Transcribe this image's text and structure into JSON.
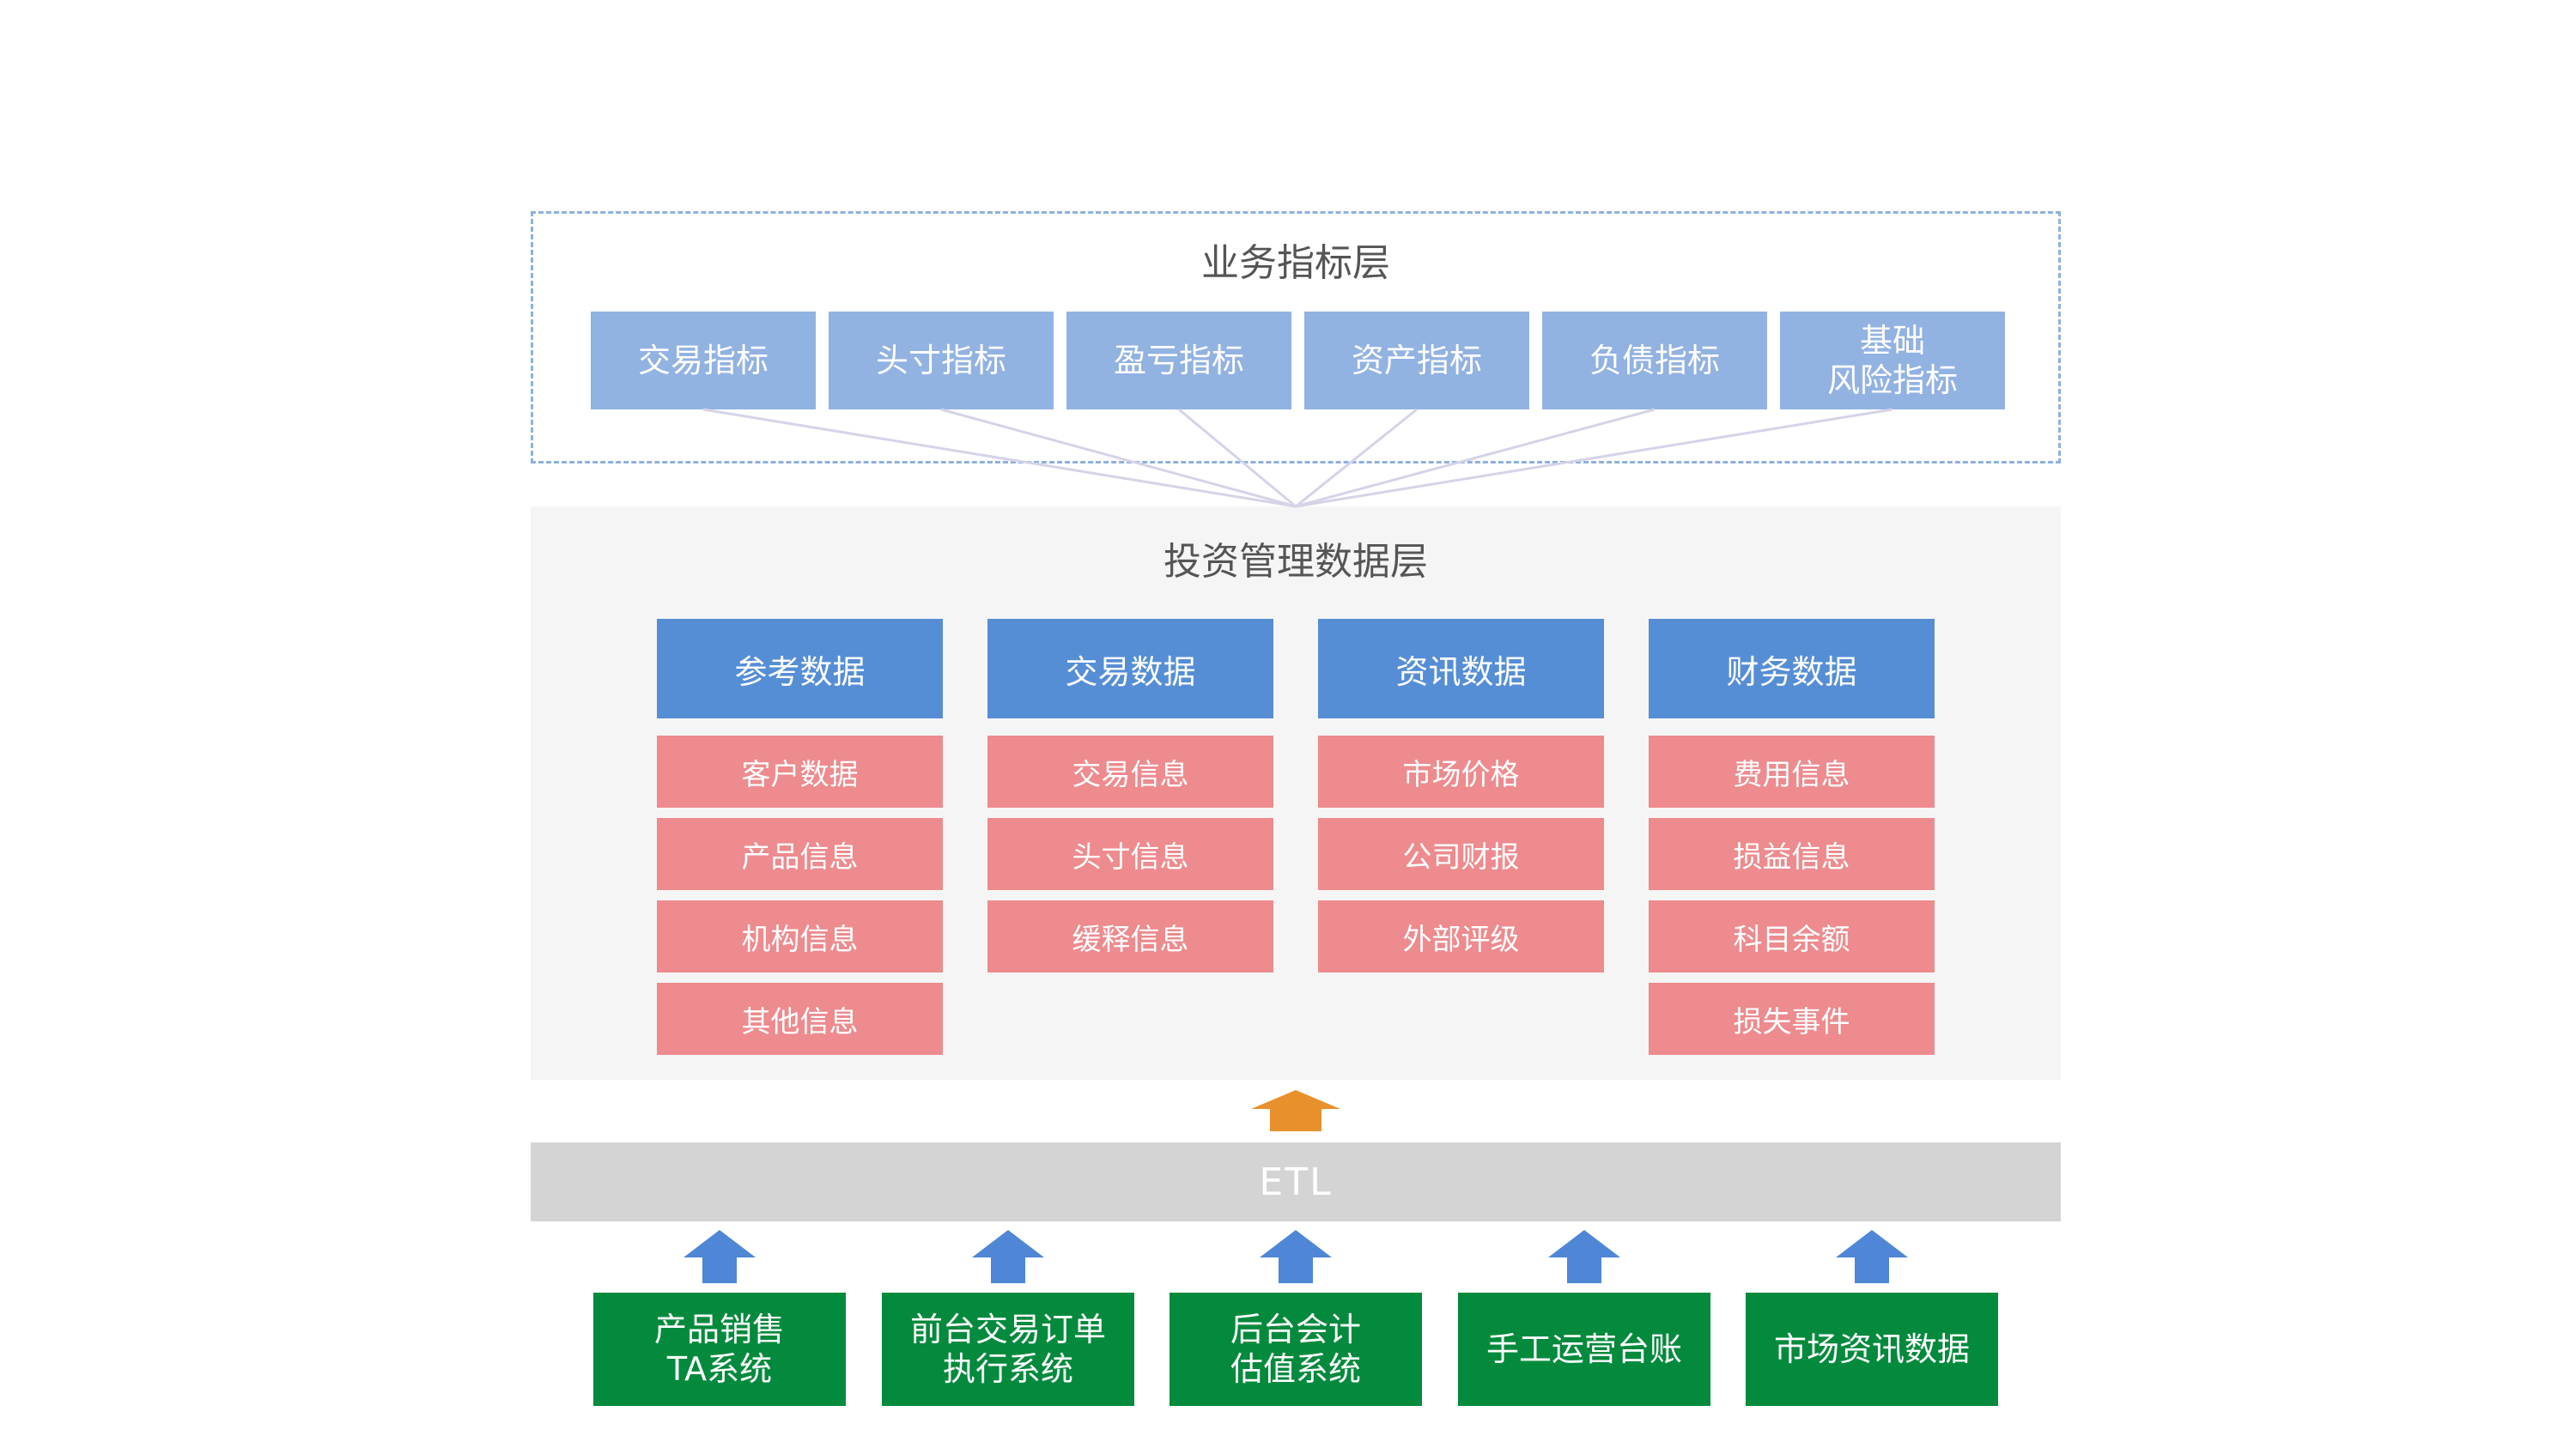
{
  "metric_layer": {
    "title": "业务指标层",
    "items": [
      {
        "label": "交易指标"
      },
      {
        "label": "头寸指标"
      },
      {
        "label": "盈亏指标"
      },
      {
        "label": "资产指标"
      },
      {
        "label": "负债指标"
      },
      {
        "label": "基础\n风险指标"
      }
    ]
  },
  "data_layer": {
    "title": "投资管理数据层",
    "columns": [
      {
        "header": "参考数据",
        "items": [
          "客户数据",
          "产品信息",
          "机构信息",
          "其他信息"
        ]
      },
      {
        "header": "交易数据",
        "items": [
          "交易信息",
          "头寸信息",
          "缓释信息"
        ]
      },
      {
        "header": "资讯数据",
        "items": [
          "市场价格",
          "公司财报",
          "外部评级"
        ]
      },
      {
        "header": "财务数据",
        "items": [
          "费用信息",
          "损益信息",
          "科目余额",
          "损失事件"
        ]
      }
    ]
  },
  "etl": {
    "label": "ETL"
  },
  "sources": [
    {
      "label": "产品销售\nTA系统"
    },
    {
      "label": "前台交易订单\n执行系统"
    },
    {
      "label": "后台会计\n估值系统"
    },
    {
      "label": "手工运营台账"
    },
    {
      "label": "市场资讯数据"
    }
  ],
  "colors": {
    "metric_box": "#92b2e2",
    "category_box": "#558ed5",
    "item_box": "#ed8b8e",
    "etl_bar": "#d4d4d4",
    "etl_arrow": "#e8902c",
    "source_arrow": "#4f86d6",
    "source_box": "#038a3c",
    "connector": "#d6d3e8"
  }
}
